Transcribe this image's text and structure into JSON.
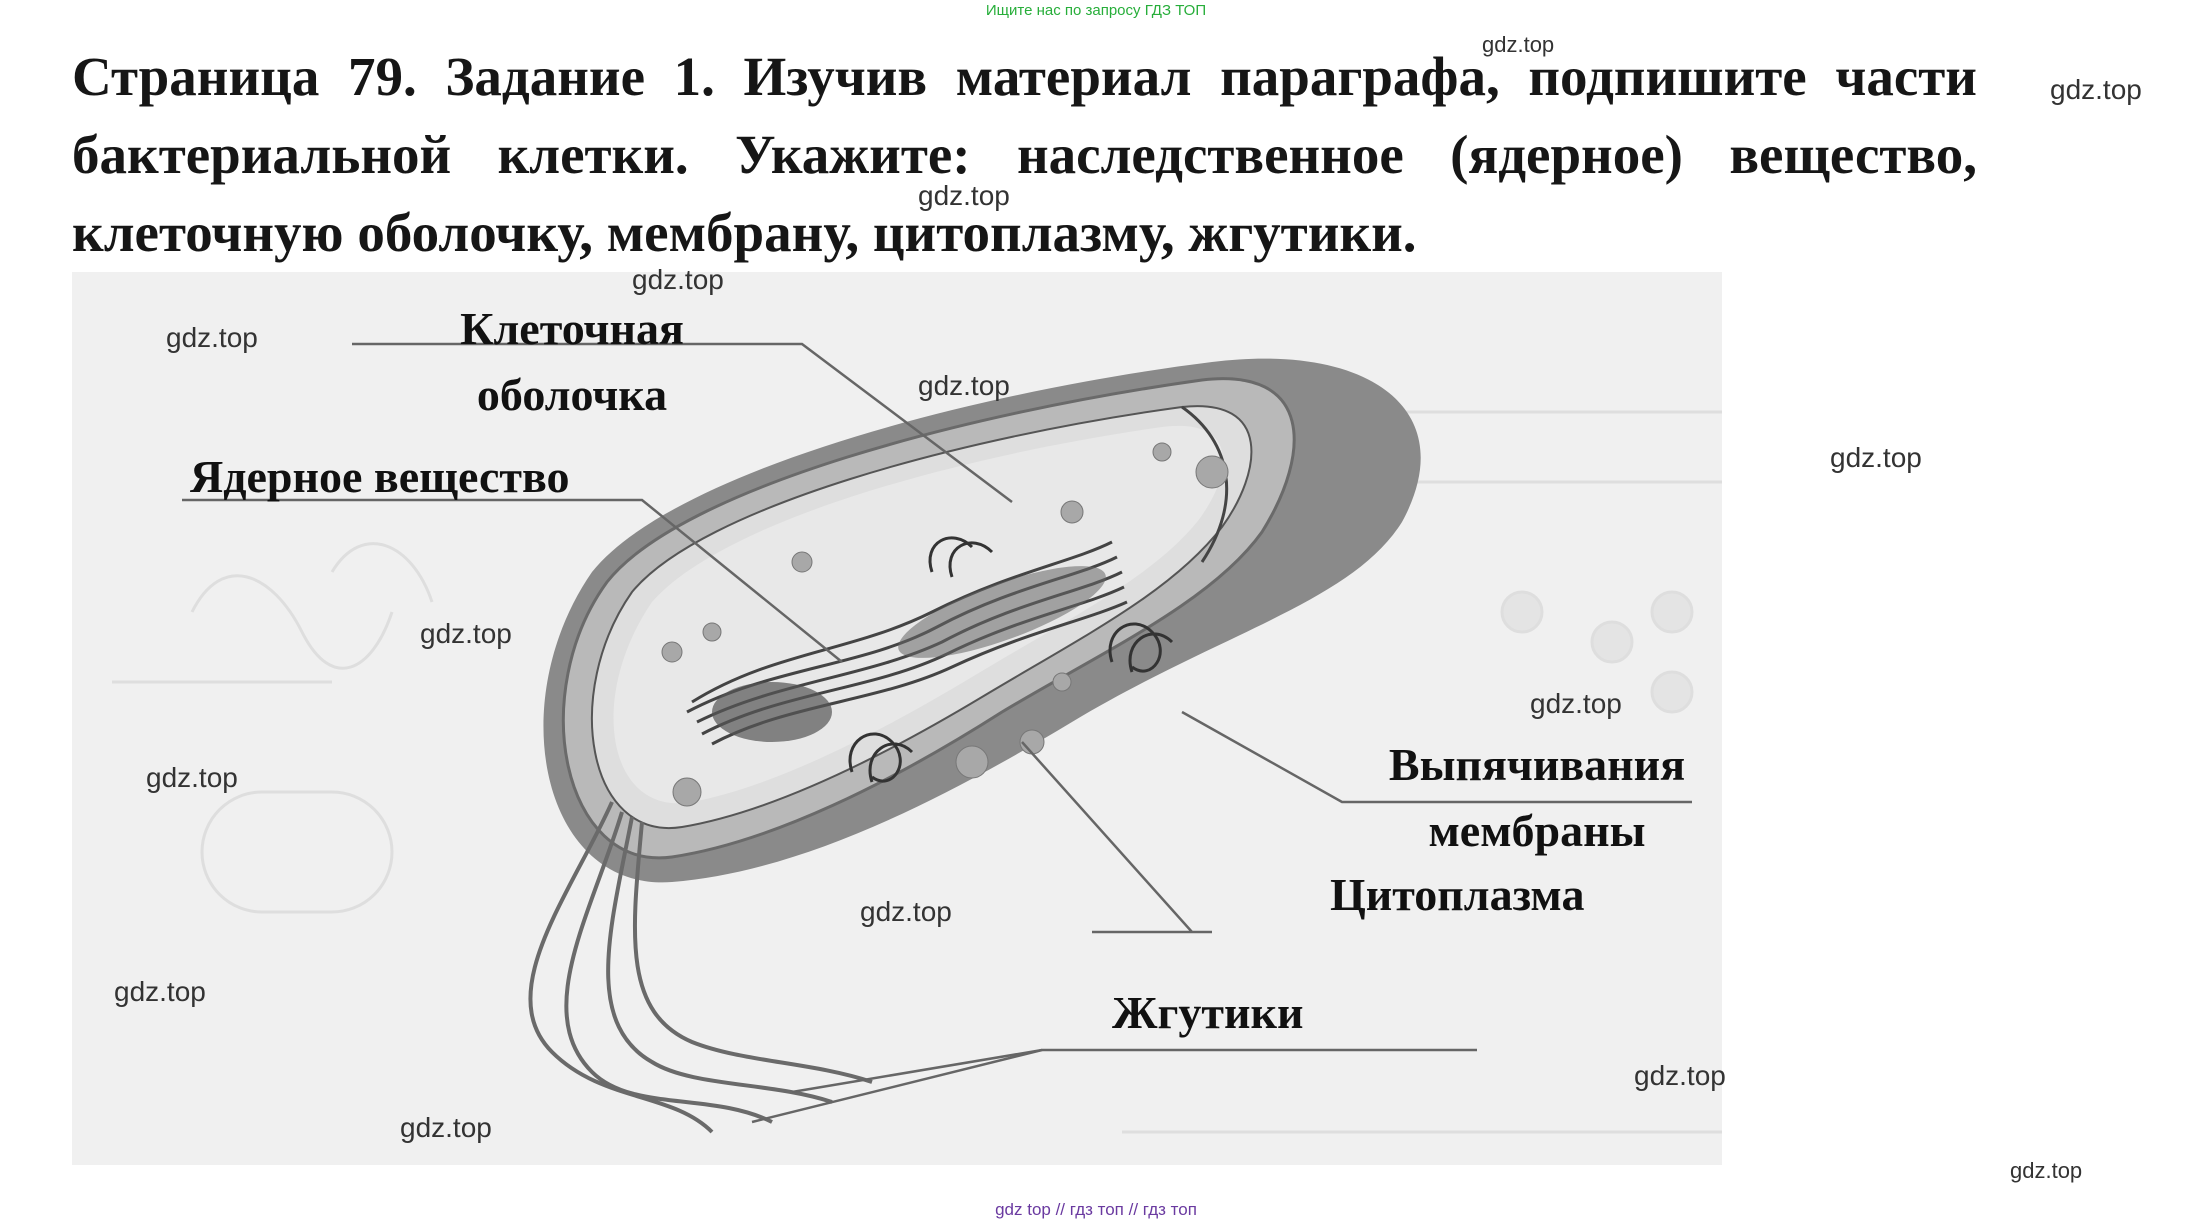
{
  "header": {
    "search_hint": "Ищите нас по запросу ГДЗ ТОП"
  },
  "task": {
    "text": "Страница 79. Задание 1. Изучив материал параграфа, подпишите части бактериальной клетки. Укажите: наследственное (ядерное) вещество, клеточную оболочку, мембрану, цитоплазму, жгутики."
  },
  "labels": {
    "cell_wall_line1": "Клеточная",
    "cell_wall_line2": "оболочка",
    "nuclear": "Ядерное вещество",
    "membrane_line1": "Выпячивания",
    "membrane_line2": "мембраны",
    "cytoplasm": "Цитоплазма",
    "flagella": "Жгутики"
  },
  "watermark": {
    "text": "gdz.top"
  },
  "footer": {
    "text": "gdz top  //  гдз топ  //  гдз топ"
  }
}
